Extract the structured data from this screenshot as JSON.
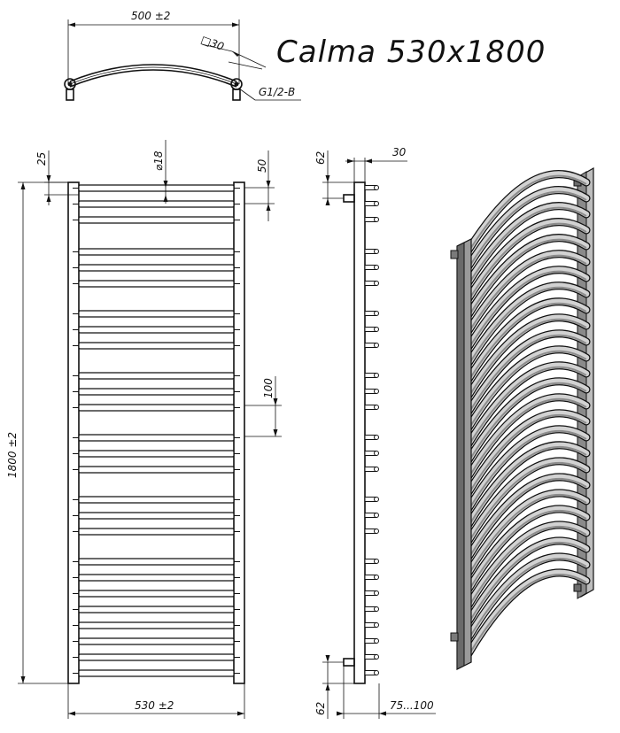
{
  "title": "Calma 530x1800",
  "top_view": {
    "width_label": "500 ±2",
    "tube_label": "□30",
    "connector_label": "G1/2-B"
  },
  "front_view": {
    "side_offset_label": "25",
    "diameter_label": "⌀18",
    "pitch_label": "50",
    "gap_label": "100",
    "height_label": "1800 ±2",
    "width_label": "530 ±2"
  },
  "side_view": {
    "top_connector_label": "62",
    "depth_label": "30",
    "bottom_connector_label": "62",
    "wall_distance_label": "75...100"
  }
}
